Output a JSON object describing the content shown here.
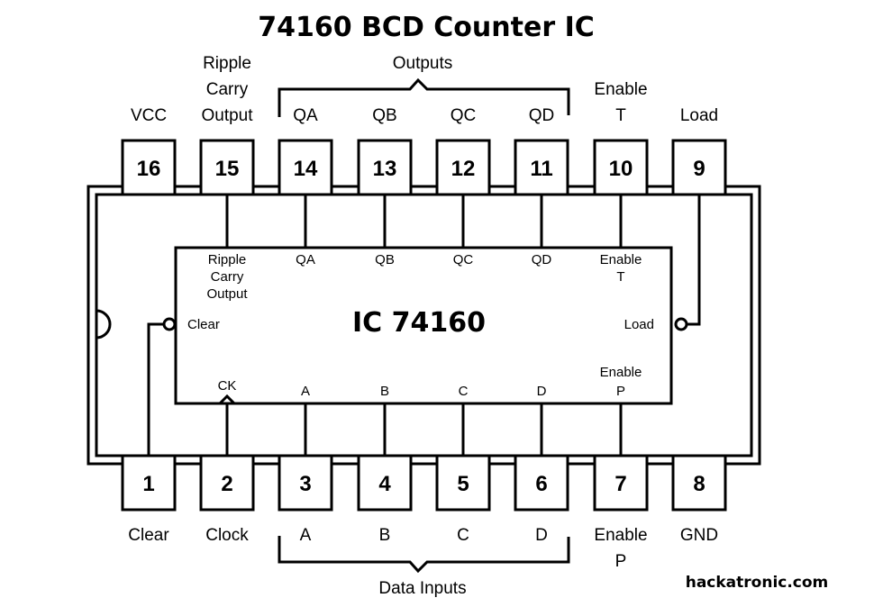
{
  "title": "74160 BCD Counter IC",
  "chip_label": "IC 74160",
  "watermark": "hackatronic.com",
  "groups": {
    "outputs": "Outputs",
    "data_inputs": "Data Inputs"
  },
  "top_pins": [
    {
      "number": "16",
      "label_lines": [
        "VCC"
      ],
      "internal_lines": []
    },
    {
      "number": "15",
      "label_lines": [
        "Ripple",
        "Carry",
        "Output"
      ],
      "internal_lines": [
        "Ripple",
        "Carry",
        "Output"
      ]
    },
    {
      "number": "14",
      "label_lines": [
        "QA"
      ],
      "internal_lines": [
        "QA"
      ]
    },
    {
      "number": "13",
      "label_lines": [
        "QB"
      ],
      "internal_lines": [
        "QB"
      ]
    },
    {
      "number": "12",
      "label_lines": [
        "QC"
      ],
      "internal_lines": [
        "QC"
      ]
    },
    {
      "number": "11",
      "label_lines": [
        "QD"
      ],
      "internal_lines": [
        "QD"
      ]
    },
    {
      "number": "10",
      "label_lines": [
        "Enable",
        "T"
      ],
      "internal_lines": [
        "Enable",
        "T"
      ]
    },
    {
      "number": "9",
      "label_lines": [
        "Load"
      ],
      "internal_lines": []
    }
  ],
  "bottom_pins": [
    {
      "number": "1",
      "label_lines": [
        "Clear"
      ],
      "internal_lines": []
    },
    {
      "number": "2",
      "label_lines": [
        "Clock"
      ],
      "internal_lines": [
        "CK"
      ]
    },
    {
      "number": "3",
      "label_lines": [
        "A"
      ],
      "internal_lines": [
        "A"
      ]
    },
    {
      "number": "4",
      "label_lines": [
        "B"
      ],
      "internal_lines": [
        "B"
      ]
    },
    {
      "number": "5",
      "label_lines": [
        "C"
      ],
      "internal_lines": [
        "C"
      ]
    },
    {
      "number": "6",
      "label_lines": [
        "D"
      ],
      "internal_lines": [
        "D"
      ]
    },
    {
      "number": "7",
      "label_lines": [
        "Enable",
        "P"
      ],
      "internal_lines": [
        "Enable",
        "P"
      ]
    },
    {
      "number": "8",
      "label_lines": [
        "GND"
      ],
      "internal_lines": []
    }
  ],
  "side_inputs": {
    "left": "Clear",
    "right": "Load"
  }
}
